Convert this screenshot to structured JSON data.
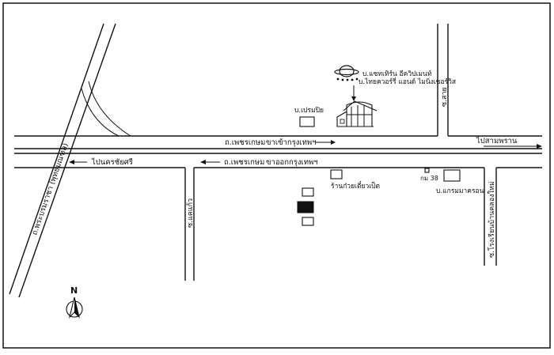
{
  "map": {
    "roads": {
      "phetkasem_inbound": "ถ.เพชรเกษม",
      "inbound_direction": "ขาเข้ากรุงเทพฯ",
      "phetkasem_outbound": "ถ.เพชรเกษม",
      "outbound_direction": "ขาออกกรุงเทพฯ",
      "phra_borom": "ถ.พระบรมราชา (พุทธมณฑล)",
      "soi_kaeo": "ซ.แคแก้ว",
      "soi_sai": "ซ.สาย",
      "soi_rongrian": "ซ.โรงเรียนบ้านคลองใหม่"
    },
    "destinations": {
      "to_sam_phran": "ไปสามพราน",
      "to_nakhon_chai_si": "ไปนครชัยศรี"
    },
    "landmarks": {
      "company_line1": "บ.แซทเทิร์น อีควิปเมนท์",
      "company_line2": "บ.ไทยควอร์รี่ แอนด์ ไมนิ่งเซอร์วิส",
      "prayoon": "บ.เปรมปิย",
      "noodle_shop": "ร้านก๋วยเตี๋ยวเป็ด",
      "km": "กม 38",
      "thai_mart": "บ.แกรมมาครอน"
    },
    "compass": {
      "north": "N"
    }
  }
}
